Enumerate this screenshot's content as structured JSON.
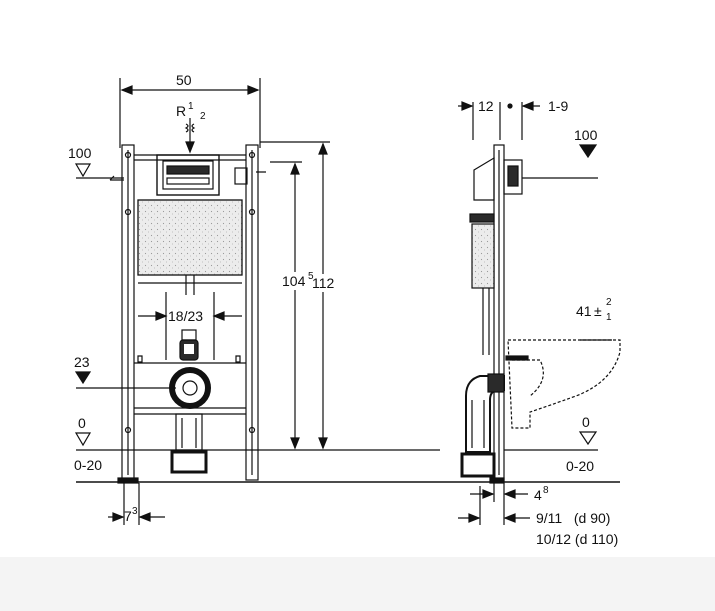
{
  "colors": {
    "line": "#111111",
    "fill_dark": "#2a2a2a",
    "panel": "#e6e6e6",
    "background": "#ffffff",
    "footer": "#f4f4f4"
  },
  "front_view": {
    "width_label": "50",
    "connection_label": "R",
    "connection_sup": "1",
    "connection_sub": "2",
    "level_100": "100",
    "level_23": "23",
    "level_0": "0",
    "floor_range": "0-20",
    "outlet_spacing": "18/23",
    "height_1045_main": "104",
    "height_1045_sup": "5",
    "height_112": "112",
    "foot_base": "7",
    "foot_sup": "3"
  },
  "side_view": {
    "depth_label": "12",
    "wall_gap": "1-9",
    "level_100": "100",
    "bowl_base": "41",
    "bowl_plus": "±",
    "bowl_sup": "2",
    "bowl_sub": "1",
    "level_0": "0",
    "floor_range": "0-20",
    "pipe_base": "4",
    "pipe_sup": "8",
    "pipe_d90": "9/11   (d 90)",
    "pipe_d110": "10/12 (d 110)"
  }
}
